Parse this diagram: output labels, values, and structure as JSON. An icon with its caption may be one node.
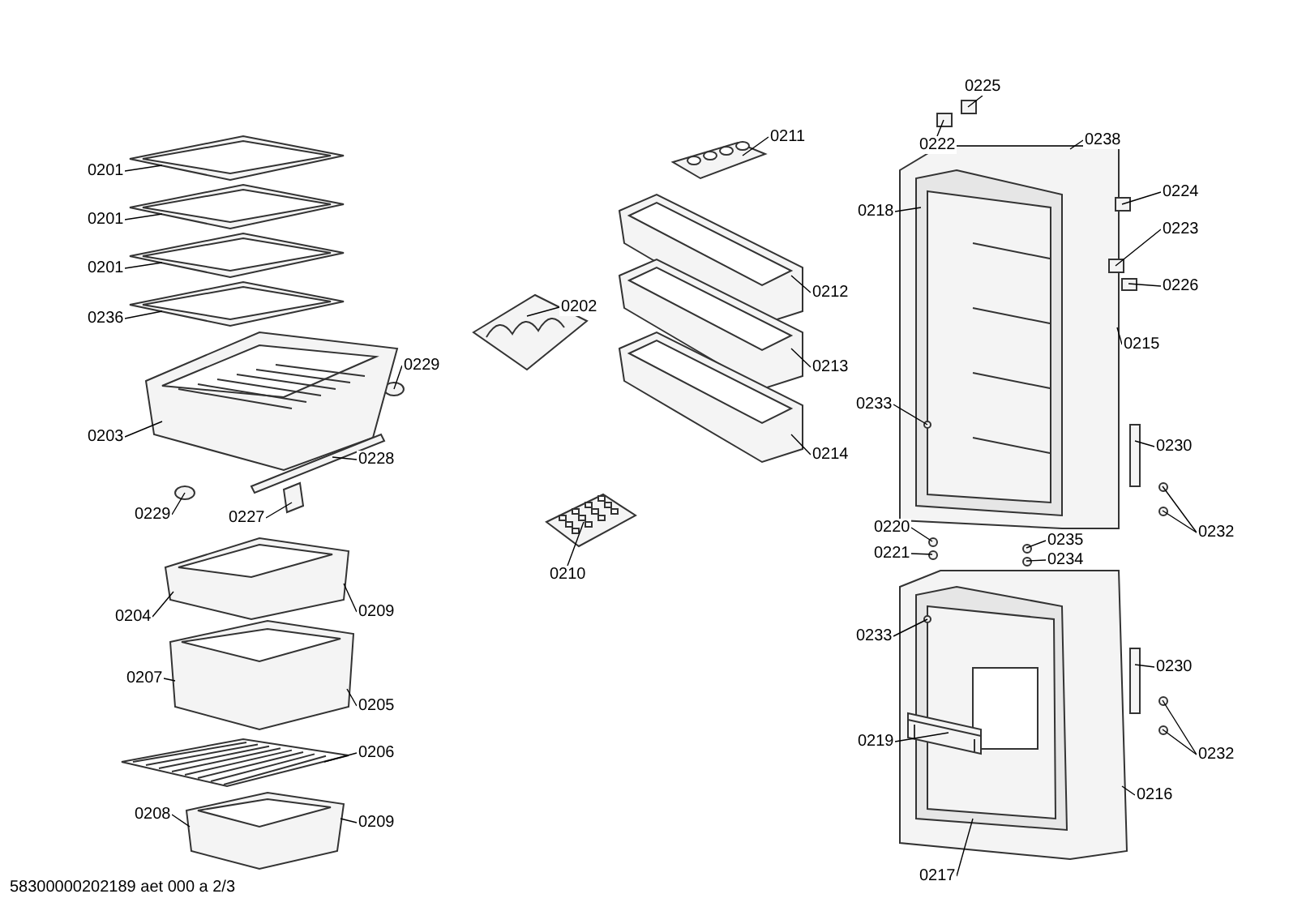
{
  "diagram": {
    "caption": "58300000202189 aet 000 a 2/3",
    "nodes": [
      {
        "text": [
          "0201"
        ]
      },
      {
        "text": [
          "0201"
        ]
      },
      {
        "text": [
          "0201"
        ]
      },
      {
        "text": [
          "0236"
        ]
      },
      {
        "text": [
          "0229"
        ]
      },
      {
        "text": [
          "0203"
        ]
      },
      {
        "text": [
          "0228"
        ]
      },
      {
        "text": [
          "0229"
        ]
      },
      {
        "text": [
          "0227"
        ]
      },
      {
        "text": [
          "0204"
        ]
      },
      {
        "text": [
          "0209"
        ]
      },
      {
        "text": [
          "0207"
        ]
      },
      {
        "text": [
          "0205"
        ]
      },
      {
        "text": [
          "0206"
        ]
      },
      {
        "text": [
          "0208"
        ]
      },
      {
        "text": [
          "0209"
        ]
      },
      {
        "text": [
          "0211"
        ]
      },
      {
        "text": [
          "0202"
        ]
      },
      {
        "text": [
          "0212"
        ]
      },
      {
        "text": [
          "0213"
        ]
      },
      {
        "text": [
          "0214"
        ]
      },
      {
        "text": [
          "0210"
        ]
      },
      {
        "text": [
          "0225"
        ]
      },
      {
        "text": [
          "0222"
        ]
      },
      {
        "text": [
          "0238"
        ]
      },
      {
        "text": [
          "0218"
        ]
      },
      {
        "text": [
          "0224"
        ]
      },
      {
        "text": [
          "0223"
        ]
      },
      {
        "text": [
          "0226"
        ]
      },
      {
        "text": [
          "0215"
        ]
      },
      {
        "text": [
          "0233"
        ]
      },
      {
        "text": [
          "0230"
        ]
      },
      {
        "text": [
          "0232"
        ]
      },
      {
        "text": [
          "0220"
        ]
      },
      {
        "text": [
          "0221"
        ]
      },
      {
        "text": [
          "0235"
        ]
      },
      {
        "text": [
          "0234"
        ]
      },
      {
        "text": [
          "0233"
        ]
      },
      {
        "text": [
          "0230"
        ]
      },
      {
        "text": [
          "0232"
        ]
      },
      {
        "text": [
          "0219"
        ]
      },
      {
        "text": [
          "0216"
        ]
      },
      {
        "text": [
          "0217"
        ]
      },
      {
        "text": [],
        "shape": "picture"
      },
      {
        "text": [],
        "shape": "picture"
      },
      {
        "text": [],
        "shape": "picture"
      },
      {
        "text": [],
        "shape": "picture"
      },
      {
        "text": [],
        "shape": "circle"
      },
      {
        "text": [],
        "shape": "picture"
      },
      {
        "text": [],
        "shape": "picture"
      },
      {
        "text": [],
        "shape": "circle"
      },
      {
        "text": [],
        "shape": "picture"
      },
      {
        "text": [],
        "shape": "picture"
      },
      {
        "text": [],
        "shape": "picture"
      },
      {
        "text": [],
        "shape": "picture"
      },
      {
        "text": [],
        "shape": "picture"
      },
      {
        "text": [],
        "shape": "picture"
      },
      {
        "text": [],
        "shape": "picture"
      },
      {
        "text": [],
        "shape": "picture"
      },
      {
        "text": [],
        "shape": "picture"
      },
      {
        "text": [],
        "shape": "picture"
      },
      {
        "text": [],
        "shape": "picture"
      },
      {
        "text": [],
        "shape": "box"
      },
      {
        "text": [],
        "shape": "box"
      },
      {
        "text": [],
        "shape": "picture"
      },
      {
        "text": [],
        "shape": "picture",
        "in": 64
      },
      {
        "text": [],
        "shape": "box"
      },
      {
        "text": [],
        "shape": "box"
      },
      {
        "text": [],
        "shape": "box"
      },
      {
        "text": [],
        "shape": "circle",
        "in": 65
      },
      {
        "text": [],
        "shape": "box"
      },
      {
        "text": [],
        "shape": "circle"
      },
      {
        "text": [],
        "shape": "circle"
      },
      {
        "text": [],
        "shape": "circle"
      },
      {
        "text": [],
        "shape": "circle"
      },
      {
        "text": [],
        "shape": "circle"
      },
      {
        "text": [],
        "shape": "circle"
      },
      {
        "text": [],
        "shape": "picture"
      },
      {
        "text": [],
        "shape": "picture",
        "in": 77
      },
      {
        "text": [],
        "shape": "circle",
        "in": 78
      },
      {
        "text": [],
        "shape": "picture",
        "in": 77
      },
      {
        "text": [],
        "shape": "box"
      },
      {
        "text": [],
        "shape": "circle"
      },
      {
        "text": [],
        "shape": "circle"
      }
    ],
    "edges": [
      {
        "from": 0,
        "to": 43,
        "arrow": "none"
      },
      {
        "from": 1,
        "to": 44,
        "arrow": "none"
      },
      {
        "from": 2,
        "to": 45,
        "arrow": "none"
      },
      {
        "from": 3,
        "to": 46,
        "arrow": "none"
      },
      {
        "from": 4,
        "to": 47,
        "arrow": "none"
      },
      {
        "from": 5,
        "to": 48,
        "arrow": "none"
      },
      {
        "from": 6,
        "to": 49,
        "arrow": "none"
      },
      {
        "from": 7,
        "to": 50,
        "arrow": "none"
      },
      {
        "from": 8,
        "to": 51,
        "arrow": "none"
      },
      {
        "from": 9,
        "to": 52,
        "arrow": "none"
      },
      {
        "from": 10,
        "to": 52,
        "arrow": "none"
      },
      {
        "from": 11,
        "to": 53,
        "arrow": "none"
      },
      {
        "from": 12,
        "to": 53,
        "arrow": "none"
      },
      {
        "from": 13,
        "to": 54,
        "arrow": "none"
      },
      {
        "from": 14,
        "to": 55,
        "arrow": "none"
      },
      {
        "from": 15,
        "to": 55,
        "arrow": "none"
      },
      {
        "from": 16,
        "to": 56,
        "arrow": "none"
      },
      {
        "from": 17,
        "to": 57,
        "arrow": "none"
      },
      {
        "from": 18,
        "to": 58,
        "arrow": "none"
      },
      {
        "from": 19,
        "to": 59,
        "arrow": "none"
      },
      {
        "from": 20,
        "to": 60,
        "arrow": "none"
      },
      {
        "from": 21,
        "to": 61,
        "arrow": "none"
      },
      {
        "from": 22,
        "to": 62,
        "arrow": "none"
      },
      {
        "from": 23,
        "to": 63,
        "arrow": "none"
      },
      {
        "from": 24,
        "to": 64,
        "arrow": "none"
      },
      {
        "from": 25,
        "to": 65,
        "arrow": "none"
      },
      {
        "from": 26,
        "to": 66,
        "arrow": "none"
      },
      {
        "from": 27,
        "to": 67,
        "arrow": "none"
      },
      {
        "from": 28,
        "to": 68,
        "arrow": "none"
      },
      {
        "from": 29,
        "to": 64,
        "arrow": "none"
      },
      {
        "from": 30,
        "to": 69,
        "arrow": "none"
      },
      {
        "from": 31,
        "to": 70,
        "arrow": "none"
      },
      {
        "from": 32,
        "to": 71,
        "arrow": "none"
      },
      {
        "from": 32,
        "to": 72,
        "arrow": "none"
      },
      {
        "from": 33,
        "to": 73,
        "arrow": "none"
      },
      {
        "from": 34,
        "to": 74,
        "arrow": "none"
      },
      {
        "from": 35,
        "to": 75,
        "arrow": "none"
      },
      {
        "from": 36,
        "to": 76,
        "arrow": "none"
      },
      {
        "from": 37,
        "to": 79,
        "arrow": "none"
      },
      {
        "from": 38,
        "to": 81,
        "arrow": "none"
      },
      {
        "from": 39,
        "to": 82,
        "arrow": "none"
      },
      {
        "from": 39,
        "to": 83,
        "arrow": "none"
      },
      {
        "from": 40,
        "to": 80,
        "arrow": "none"
      },
      {
        "from": 41,
        "to": 77,
        "arrow": "none"
      },
      {
        "from": 42,
        "to": 78,
        "arrow": "none"
      }
    ]
  }
}
